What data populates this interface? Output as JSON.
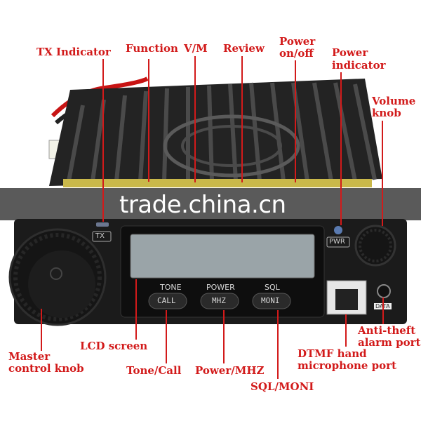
{
  "annotations": {
    "tx_indicator": "TX Indicator",
    "function": "Function",
    "vm": "V/M",
    "review": "Review",
    "power_onoff_line1": "Power",
    "power_onoff_line2": "on/off",
    "power_indicator_line1": "Power",
    "power_indicator_line2": "indicator",
    "volume_knob_line1": "Volume",
    "volume_knob_line2": "knob",
    "lcd_screen": "LCD screen",
    "master_knob_line1": "Master",
    "master_knob_line2": "control knob",
    "tone_call": "Tone/Call",
    "power_mhz": "Power/MHZ",
    "sql_moni": "SQL/MONI",
    "dtmf_line1": "DTMF hand",
    "dtmf_line2": "microphone port",
    "antitheft_line1": "Anti-theft",
    "antitheft_line2": "alarm port"
  },
  "panel": {
    "tx_badge": "TX",
    "pwr_badge": "PWR",
    "tone_label": "TONE",
    "power_label": "POWER",
    "sql_label": "SQL",
    "call_button": "CALL",
    "mhz_button": "MHZ",
    "moni_button": "MONI",
    "data_label": "DATA"
  },
  "watermark": "trade.china.cn",
  "colors": {
    "annotation": "#d21a1a",
    "radio_body": "#1b1b1b",
    "lcd": "#9aa4a8",
    "watermark_band": "#5a5a5a"
  }
}
